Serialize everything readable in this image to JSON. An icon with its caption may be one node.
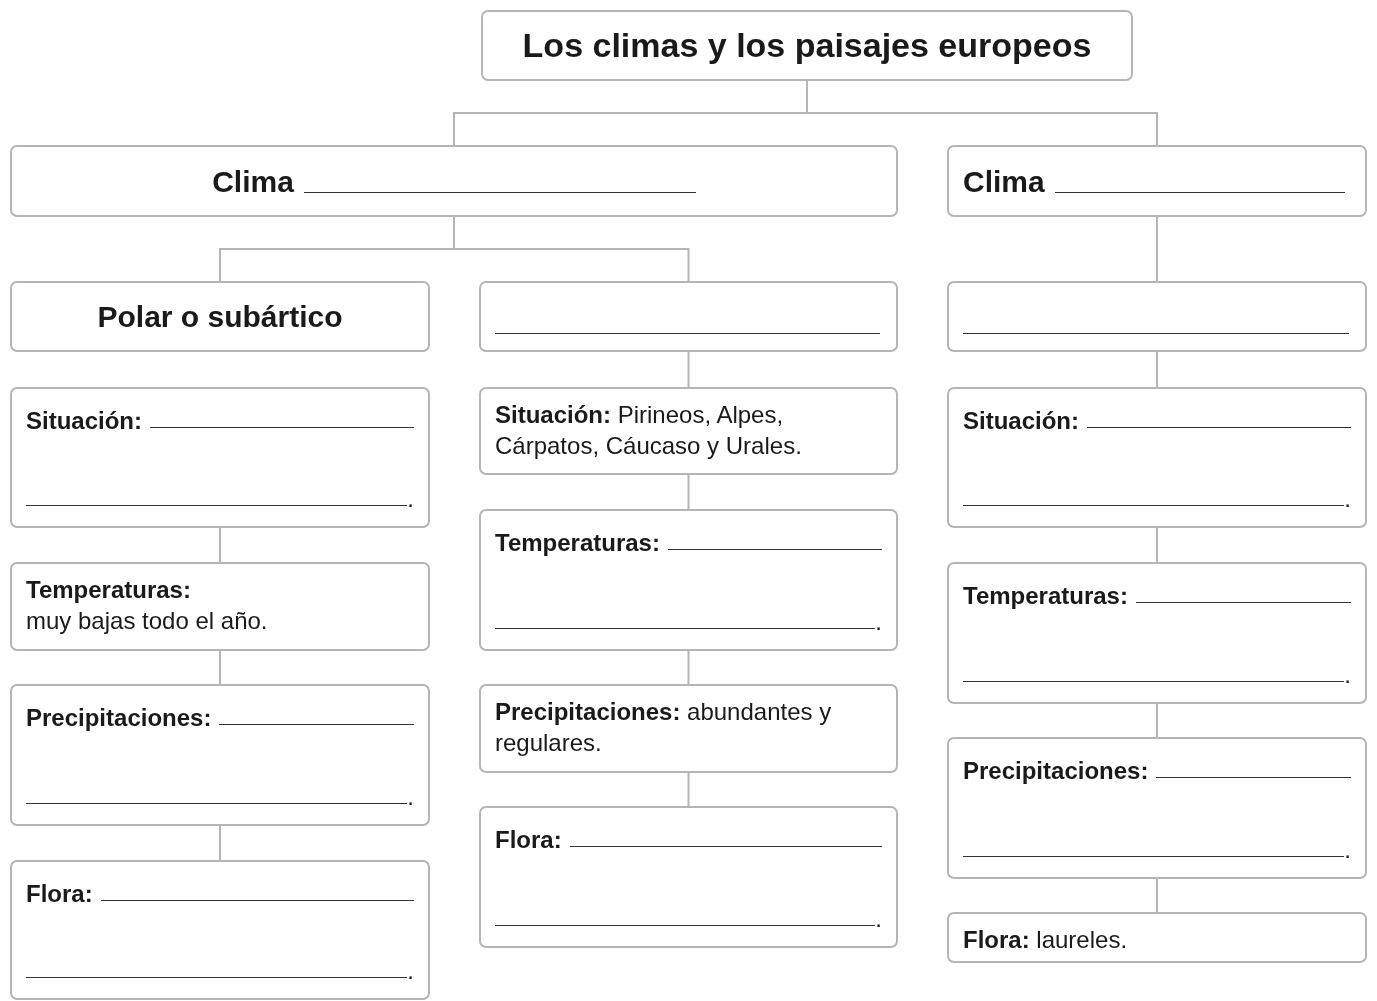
{
  "diagram": {
    "nodes": [
      {
        "text": [
          "Los climas y los paisajes europeos"
        ]
      },
      {
        "text": [
          "Clima"
        ]
      },
      {
        "text": [
          "Clima"
        ]
      },
      {
        "text": [
          "Polar o subártico"
        ]
      },
      {
        "text": [],
        "shape": "box"
      },
      {
        "text": [],
        "shape": "box"
      },
      {
        "text": [
          "Situación:",
          "."
        ]
      },
      {
        "text": [
          "Temperaturas:",
          "muy bajas todo el año."
        ]
      },
      {
        "text": [
          "Precipitaciones:",
          "."
        ]
      },
      {
        "text": [
          "Flora:",
          "."
        ]
      },
      {
        "text": [
          "**Situación:** Pirineos, Alpes, Cárpatos, Cáucaso y Urales."
        ]
      },
      {
        "text": [
          "Temperaturas:",
          "."
        ]
      },
      {
        "text": [
          "**Precipitaciones:** abundantes y regulares."
        ]
      },
      {
        "text": [
          "Flora:",
          "."
        ]
      },
      {
        "text": [
          "Situación:",
          "."
        ]
      },
      {
        "text": [
          "Temperaturas:",
          "."
        ]
      },
      {
        "text": [
          "Precipitaciones:",
          "."
        ]
      },
      {
        "text": [
          "**Flora:** laureles."
        ]
      }
    ],
    "edges": [
      {
        "from": 0,
        "to": 1,
        "arrow": "none"
      },
      {
        "from": 0,
        "to": 2,
        "arrow": "none"
      },
      {
        "from": 1,
        "to": 3,
        "arrow": "none"
      },
      {
        "from": 1,
        "to": 4,
        "arrow": "none"
      },
      {
        "from": 2,
        "to": 5,
        "arrow": "none"
      },
      {
        "from": 6,
        "to": 7,
        "arrow": "none"
      },
      {
        "from": 7,
        "to": 8,
        "arrow": "none"
      },
      {
        "from": 8,
        "to": 9,
        "arrow": "none"
      },
      {
        "from": 4,
        "to": 10,
        "arrow": "none"
      },
      {
        "from": 10,
        "to": 11,
        "arrow": "none"
      },
      {
        "from": 11,
        "to": 12,
        "arrow": "none"
      },
      {
        "from": 12,
        "to": 13,
        "arrow": "none"
      },
      {
        "from": 5,
        "to": 14,
        "arrow": "none"
      },
      {
        "from": 14,
        "to": 15,
        "arrow": "none"
      },
      {
        "from": 15,
        "to": 16,
        "arrow": "none"
      },
      {
        "from": 16,
        "to": 17,
        "arrow": "none"
      }
    ]
  }
}
